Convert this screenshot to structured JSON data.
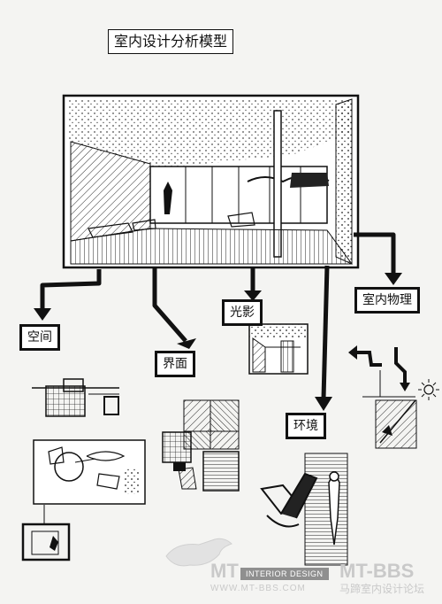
{
  "title": "室内设计分析模型",
  "labels": {
    "space": "空间",
    "interface": "界面",
    "light": "光影",
    "environment": "环境",
    "physical": "室内物理"
  },
  "watermark": {
    "brand_left": "MT",
    "badge": "INTERIOR DESIGN",
    "brand_right": "MT-BBS",
    "url": "WWW.MT-BBS.COM",
    "forum": "马蹄室内设计论坛"
  },
  "colors": {
    "ink": "#111111",
    "paper": "#f4f4f2",
    "watermark": "#c9c9c9"
  }
}
